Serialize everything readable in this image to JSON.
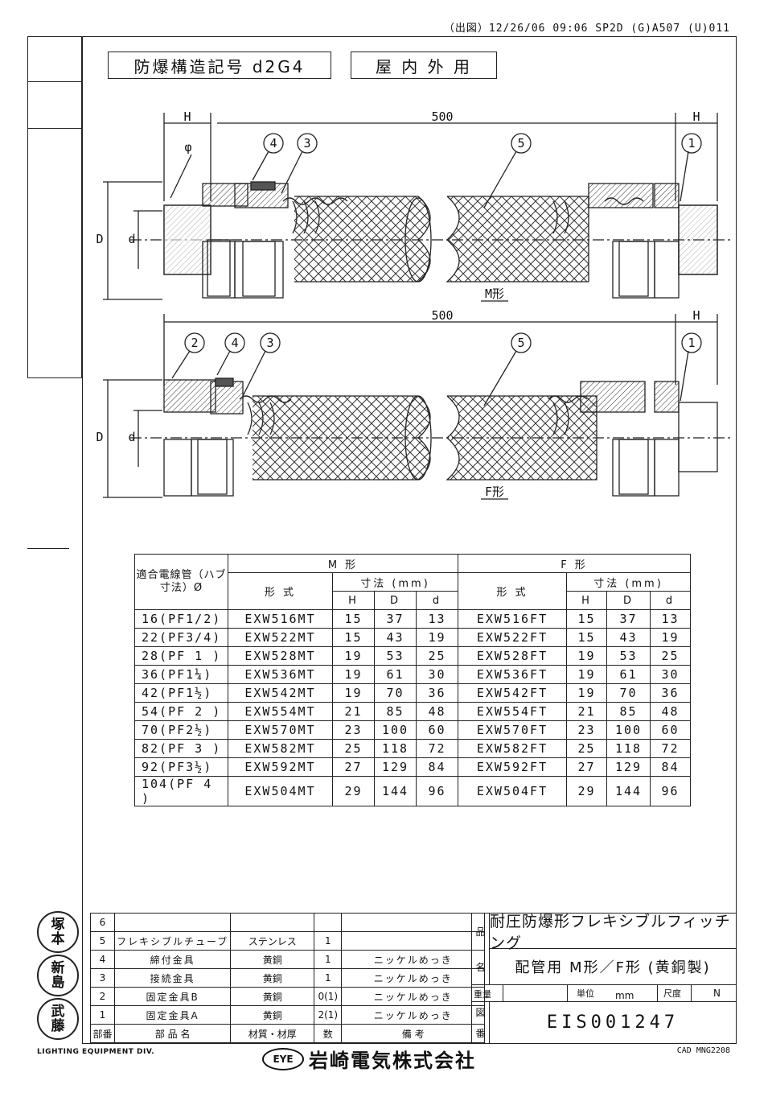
{
  "header": {
    "print_info": "（出図）12/26/06 09:06  SP2D  (G)A507 (U)011"
  },
  "title_boxes": {
    "symbol": "防爆構造記号 d2G4",
    "use": "屋 内 外 用"
  },
  "drawing": {
    "dims": {
      "length_m": "500",
      "length_f": "500",
      "H": "H",
      "phi": "φ",
      "D": "D",
      "d": "d"
    },
    "callouts_m": [
      "4",
      "3",
      "5",
      "1"
    ],
    "callouts_f": [
      "2",
      "4",
      "3",
      "5",
      "1"
    ],
    "label_m": "M形",
    "label_f": "F形"
  },
  "spec_table": {
    "headers": {
      "hub": "適合電線管（ハブ寸法）Ø",
      "m_group": "M 形",
      "f_group": "F 形",
      "model": "形 式",
      "dims": "寸法 (mm)",
      "h": "H",
      "dd": "D",
      "sd": "d"
    },
    "rows": [
      {
        "hub": "16(PF1/2)",
        "m_model": "EXW516MT",
        "m_h": "15",
        "m_D": "37",
        "m_d": "13",
        "f_model": "EXW516FT",
        "f_h": "15",
        "f_D": "37",
        "f_d": "13"
      },
      {
        "hub": "22(PF3/4)",
        "m_model": "EXW522MT",
        "m_h": "15",
        "m_D": "43",
        "m_d": "19",
        "f_model": "EXW522FT",
        "f_h": "15",
        "f_D": "43",
        "f_d": "19"
      },
      {
        "hub": "28(PF 1 )",
        "m_model": "EXW528MT",
        "m_h": "19",
        "m_D": "53",
        "m_d": "25",
        "f_model": "EXW528FT",
        "f_h": "19",
        "f_D": "53",
        "f_d": "25"
      },
      {
        "hub": "36(PF1¼)",
        "m_model": "EXW536MT",
        "m_h": "19",
        "m_D": "61",
        "m_d": "30",
        "f_model": "EXW536FT",
        "f_h": "19",
        "f_D": "61",
        "f_d": "30"
      },
      {
        "hub": "42(PF1½)",
        "m_model": "EXW542MT",
        "m_h": "19",
        "m_D": "70",
        "m_d": "36",
        "f_model": "EXW542FT",
        "f_h": "19",
        "f_D": "70",
        "f_d": "36"
      },
      {
        "hub": "54(PF 2 )",
        "m_model": "EXW554MT",
        "m_h": "21",
        "m_D": "85",
        "m_d": "48",
        "f_model": "EXW554FT",
        "f_h": "21",
        "f_D": "85",
        "f_d": "48"
      },
      {
        "hub": "70(PF2½)",
        "m_model": "EXW570MT",
        "m_h": "23",
        "m_D": "100",
        "m_d": "60",
        "f_model": "EXW570FT",
        "f_h": "23",
        "f_D": "100",
        "f_d": "60"
      },
      {
        "hub": "82(PF 3 )",
        "m_model": "EXW582MT",
        "m_h": "25",
        "m_D": "118",
        "m_d": "72",
        "f_model": "EXW582FT",
        "f_h": "25",
        "f_D": "118",
        "f_d": "72"
      },
      {
        "hub": "92(PF3½)",
        "m_model": "EXW592MT",
        "m_h": "27",
        "m_D": "129",
        "m_d": "84",
        "f_model": "EXW592FT",
        "f_h": "27",
        "f_D": "129",
        "f_d": "84"
      },
      {
        "hub": "104(PF 4 )",
        "m_model": "EXW504MT",
        "m_h": "29",
        "m_D": "144",
        "m_d": "96",
        "f_model": "EXW504FT",
        "f_h": "29",
        "f_D": "144",
        "f_d": "96"
      }
    ]
  },
  "parts_list": {
    "rows": [
      {
        "no": "6",
        "name": "",
        "material": "",
        "qty": "",
        "note": ""
      },
      {
        "no": "5",
        "name": "フレキシブルチューブ",
        "material": "ステンレス",
        "qty": "1",
        "note": ""
      },
      {
        "no": "4",
        "name": "締付金具",
        "material": "黄銅",
        "qty": "1",
        "note": "ニッケルめっき"
      },
      {
        "no": "3",
        "name": "接続金具",
        "material": "黄銅",
        "qty": "1",
        "note": "ニッケルめっき"
      },
      {
        "no": "2",
        "name": "固定金具B",
        "material": "黄銅",
        "qty": "0(1)",
        "note": "ニッケルめっき"
      },
      {
        "no": "1",
        "name": "固定金具A",
        "material": "黄銅",
        "qty": "2(1)",
        "note": "ニッケルめっき"
      }
    ],
    "headers": {
      "no": "部番",
      "name": "部 品 名",
      "material": "材質・材厚",
      "qty": "数",
      "note": "備 考"
    }
  },
  "title_block": {
    "product_label_1": "品",
    "product_label_2": "名",
    "product_name": "耐圧防爆形フレキシブルフィッチング",
    "product_sub": "配管用 M形／F形 (黄銅製)",
    "weight_label": "重量",
    "unit_label": "単位",
    "unit_value": "mm",
    "scale_label": "尺度",
    "scale_value": "N",
    "drawing_no_label_1": "図",
    "drawing_no_label_2": "番",
    "drawing_no": "EIS001247"
  },
  "stamps": [
    {
      "line1": "塚",
      "line2": "本"
    },
    {
      "line1": "新",
      "line2": "島"
    },
    {
      "line1": "武",
      "line2": "藤"
    }
  ],
  "footer": {
    "division": "LIGHTING EQUIPMENT DIV.",
    "logo": "EYE",
    "company": "岩崎電気株式会社",
    "cad": "CAD  MNG2208"
  }
}
